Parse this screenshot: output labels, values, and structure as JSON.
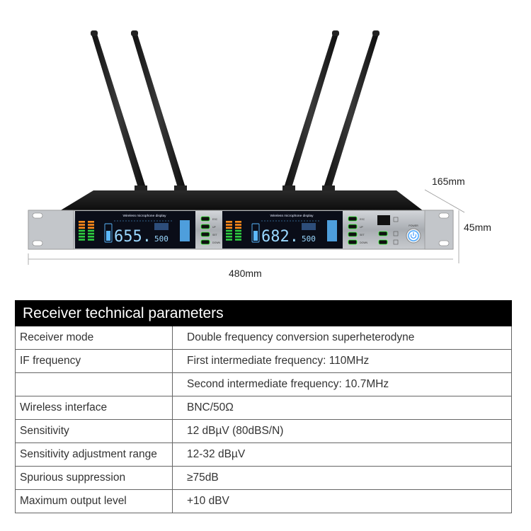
{
  "dimensions": {
    "depth": "165mm",
    "height": "45mm",
    "width": "480mm"
  },
  "device": {
    "display_title_left": "Wireless microphone display",
    "display_title_right": "Wireless microphone display",
    "freq_left_main": "655.",
    "freq_left_decimal": "500",
    "freq_right_main": "682.",
    "freq_right_decimal": "500",
    "power_label": "POWER",
    "button_labels_left": [
      "ESC",
      "UP",
      "SET",
      "DOWN"
    ],
    "button_labels_right": [
      "ESC",
      "UP",
      "SET",
      "DOWN"
    ],
    "colors": {
      "body": "#b9bcc0",
      "chassis_top": "#1a1a1a",
      "display_bg": "#0a0d18",
      "digit": "#9ad8ff",
      "led_green": "#2ecc40",
      "led_orange": "#ff8c1a"
    }
  },
  "table": {
    "title": "Receiver technical parameters",
    "rows": [
      {
        "label": "Receiver mode",
        "value": "Double frequency conversion superheterodyne"
      },
      {
        "label": "IF frequency",
        "value": "First intermediate frequency: 110MHz"
      },
      {
        "label": "",
        "value": "Second intermediate frequency: 10.7MHz"
      },
      {
        "label": "Wireless interface",
        "value": "BNC/50Ω"
      },
      {
        "label": "Sensitivity",
        "value": "12 dBµV (80dBS/N)"
      },
      {
        "label": "Sensitivity adjustment range",
        "value": "12-32 dBµV"
      },
      {
        "label": "Spurious suppression",
        "value": "≥75dB"
      },
      {
        "label": "Maximum output level",
        "value": "+10 dBV"
      }
    ]
  }
}
